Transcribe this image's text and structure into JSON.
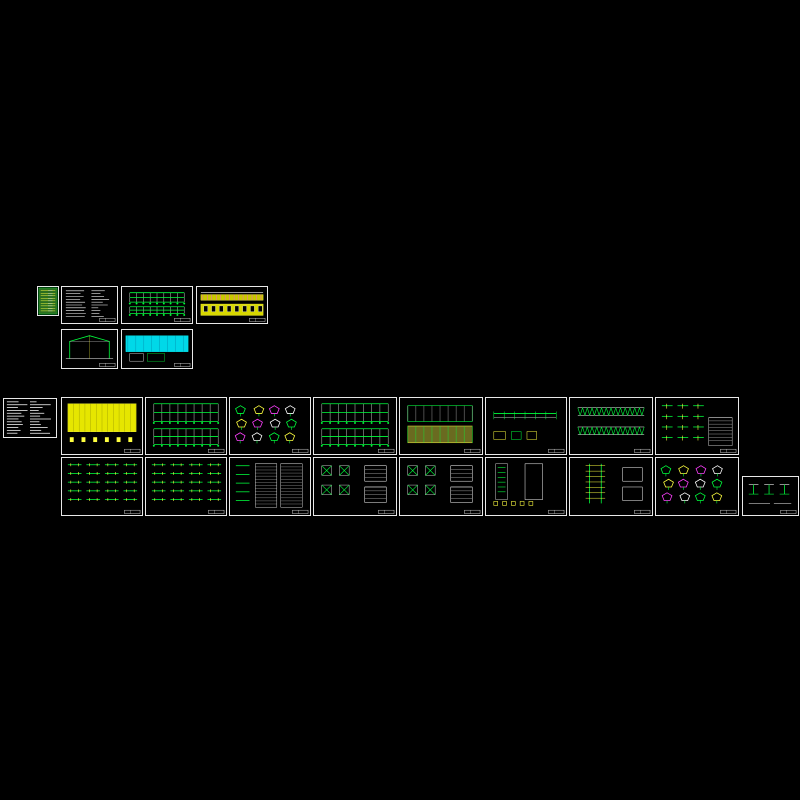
{
  "drawing": {
    "background": "#000000",
    "frame_color": "#e8e8e8",
    "line_colors": {
      "green": "#00ff3c",
      "yellow": "#ffff40",
      "cyan": "#00ffff",
      "white": "#ffffff",
      "magenta": "#ff40ff",
      "red": "#ff3030"
    },
    "sheets": [
      {
        "id": "cover",
        "kind": "cover"
      },
      {
        "id": "notes-1",
        "kind": "text"
      },
      {
        "id": "plan-1",
        "kind": "grid-plan"
      },
      {
        "id": "elev-1",
        "kind": "elevation-yellow"
      },
      {
        "id": "section-1",
        "kind": "section"
      },
      {
        "id": "plan-cyan",
        "kind": "cyan-plan"
      },
      {
        "id": "notes-2",
        "kind": "text-white"
      },
      {
        "id": "plan-yellow",
        "kind": "yellow-plan"
      },
      {
        "id": "grid-a",
        "kind": "grid-plan"
      },
      {
        "id": "details-a",
        "kind": "details"
      },
      {
        "id": "grid-b",
        "kind": "grid-plan"
      },
      {
        "id": "plan-mixed",
        "kind": "mixed-plan"
      },
      {
        "id": "frame-c",
        "kind": "frame"
      },
      {
        "id": "truss-a",
        "kind": "truss"
      },
      {
        "id": "details-b",
        "kind": "details-table"
      },
      {
        "id": "rows-a",
        "kind": "rows"
      },
      {
        "id": "rows-b",
        "kind": "rows"
      },
      {
        "id": "table-a",
        "kind": "table"
      },
      {
        "id": "nodes-a",
        "kind": "nodes"
      },
      {
        "id": "nodes-b",
        "kind": "nodes"
      },
      {
        "id": "nodes-c",
        "kind": "nodes-tall"
      },
      {
        "id": "nodes-d",
        "kind": "nodes-col"
      },
      {
        "id": "details-c",
        "kind": "details"
      },
      {
        "id": "small-a",
        "kind": "small"
      }
    ]
  }
}
